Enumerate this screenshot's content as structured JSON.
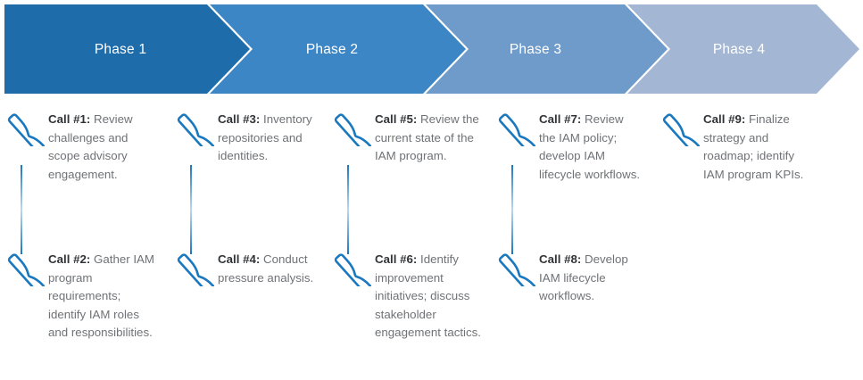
{
  "banner": {
    "phases": [
      {
        "label": "Phase 1",
        "color": "#1f6cab"
      },
      {
        "label": "Phase 2",
        "color": "#3d86c6"
      },
      {
        "label": "Phase 3",
        "color": "#6e9bc9"
      },
      {
        "label": "Phase 4",
        "color": "#a3b6d3"
      }
    ]
  },
  "accent_color": "#1a78bf",
  "label_color": "#303336",
  "body_color": "#6f7276",
  "columns": [
    {
      "name": "column-1",
      "calls": [
        {
          "label": "Call #1",
          "separator": ":",
          "text": "Review challenges and scope advisory engagement.",
          "icon": "phone-icon"
        },
        {
          "label": "Call #2",
          "separator": ":",
          "text": "Gather IAM program requirements; identify IAM roles and responsibilities.",
          "icon": "phone-icon"
        }
      ],
      "connector": true
    },
    {
      "name": "column-2",
      "calls": [
        {
          "label": "Call #3",
          "separator": ":",
          "text": "Inventory repositories and identities.",
          "icon": "phone-icon"
        },
        {
          "label": "Call #4",
          "separator": ":",
          "text": "Conduct pressure analysis.",
          "icon": "phone-icon"
        }
      ],
      "connector": true
    },
    {
      "name": "column-3",
      "calls": [
        {
          "label": "Call #5",
          "separator": ":",
          "text": "Review the current state of the IAM program.",
          "icon": "phone-icon"
        },
        {
          "label": "Call #6",
          "separator": ":",
          "text": "Identify improvement initiatives; discuss stakeholder engagement tactics.",
          "icon": "phone-icon"
        }
      ],
      "connector": true
    },
    {
      "name": "column-4",
      "calls": [
        {
          "label": "Call #7",
          "separator": ":",
          "text": "Review the IAM policy; develop IAM lifecycle workflows.",
          "icon": "phone-icon"
        },
        {
          "label": "Call #8",
          "separator": ":",
          "text": "Develop IAM lifecycle workflows.",
          "icon": "phone-icon"
        }
      ],
      "connector": true
    },
    {
      "name": "column-5",
      "calls": [
        {
          "label": "Call #9",
          "separator": ":",
          "text": "Finalize strategy and roadmap; identify IAM program KPIs.",
          "icon": "phone-icon"
        }
      ],
      "connector": false
    }
  ]
}
